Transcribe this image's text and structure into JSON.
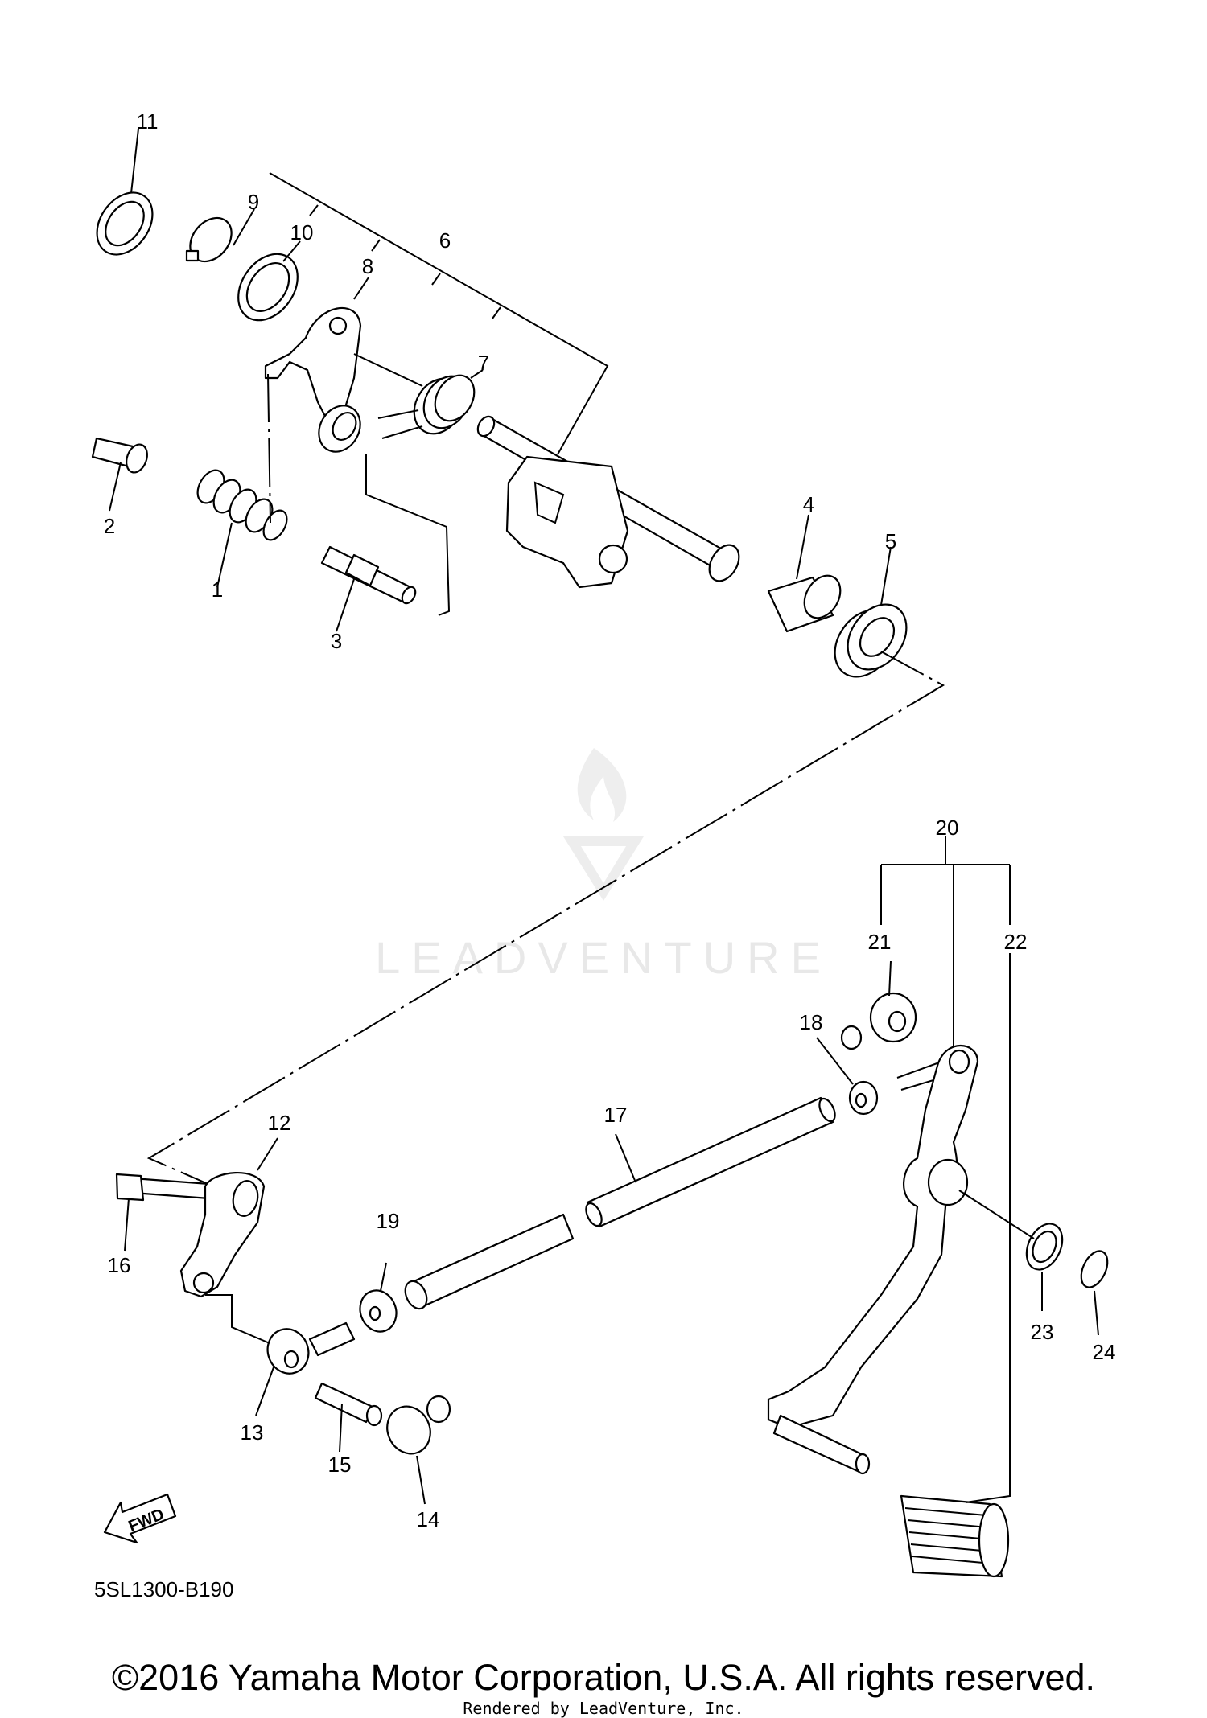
{
  "diagram": {
    "code": "5SL1300-B190",
    "fwd_badge": "FWD",
    "watermark": "LEADVENTURE",
    "part_labels": {
      "p1": "1",
      "p2": "2",
      "p3": "3",
      "p4": "4",
      "p5": "5",
      "p6": "6",
      "p7": "7",
      "p8": "8",
      "p9": "9",
      "p10": "10",
      "p11": "11",
      "p12": "12",
      "p13": "13",
      "p14": "14",
      "p15": "15",
      "p16": "16",
      "p17": "17",
      "p18": "18",
      "p19": "19",
      "p20": "20",
      "p21": "21",
      "p22": "22",
      "p23": "23",
      "p24": "24"
    }
  },
  "footer": {
    "copyright": "©2016 Yamaha Motor Corporation, U.S.A. All rights reserved.",
    "rendered_by": "Rendered by LeadVenture, Inc."
  }
}
